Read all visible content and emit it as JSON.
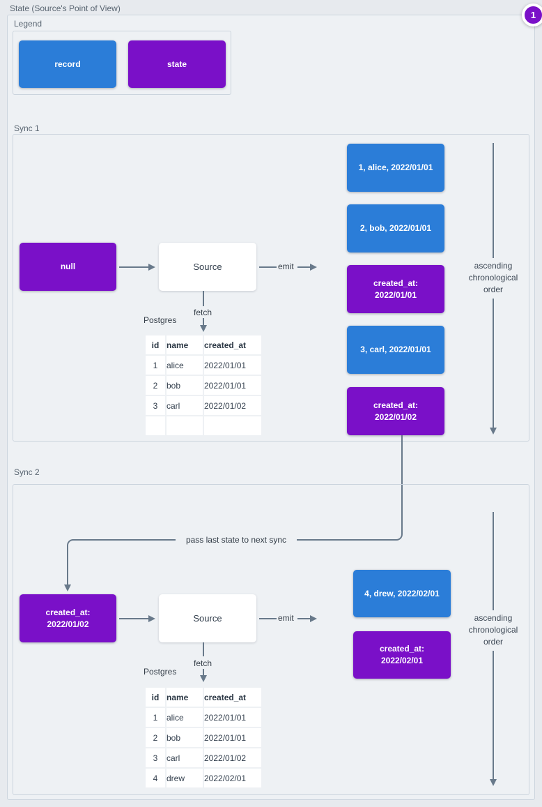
{
  "page": {
    "title": "State (Source's Point of View)",
    "badge": "1"
  },
  "colors": {
    "record": "#2b7dd8",
    "state": "#7a10c8"
  },
  "legend": {
    "label": "Legend",
    "record_label": "record",
    "state_label": "state"
  },
  "connector": {
    "label": "pass last state to next sync"
  },
  "sync1": {
    "label": "Sync 1",
    "input_state": "null",
    "source_label": "Source",
    "emit_label": "emit",
    "fetch_label": "fetch",
    "db_label": "Postgres",
    "order_note": {
      "line1": "ascending",
      "line2": "chronological",
      "line3": "order"
    },
    "table": {
      "headers": [
        "id",
        "name",
        "created_at"
      ],
      "rows": [
        [
          "1",
          "alice",
          "2022/01/01"
        ],
        [
          "2",
          "bob",
          "2022/01/01"
        ],
        [
          "3",
          "carl",
          "2022/01/02"
        ],
        [
          "",
          "",
          ""
        ]
      ]
    },
    "stream": [
      {
        "kind": "record",
        "text": "1, alice, 2022/01/01"
      },
      {
        "kind": "record",
        "text": "2, bob, 2022/01/01"
      },
      {
        "kind": "state",
        "line1": "created_at:",
        "line2": "2022/01/01"
      },
      {
        "kind": "record",
        "text": "3, carl, 2022/01/01"
      },
      {
        "kind": "state",
        "line1": "created_at:",
        "line2": "2022/01/02"
      }
    ]
  },
  "sync2": {
    "label": "Sync 2",
    "input_state": {
      "line1": "created_at:",
      "line2": "2022/01/02"
    },
    "source_label": "Source",
    "emit_label": "emit",
    "fetch_label": "fetch",
    "db_label": "Postgres",
    "order_note": {
      "line1": "ascending",
      "line2": "chronological",
      "line3": "order"
    },
    "table": {
      "headers": [
        "id",
        "name",
        "created_at"
      ],
      "rows": [
        [
          "1",
          "alice",
          "2022/01/01"
        ],
        [
          "2",
          "bob",
          "2022/01/01"
        ],
        [
          "3",
          "carl",
          "2022/01/02"
        ],
        [
          "4",
          "drew",
          "2022/02/01"
        ]
      ]
    },
    "stream": [
      {
        "kind": "record",
        "text": "4, drew, 2022/02/01"
      },
      {
        "kind": "state",
        "line1": "created_at:",
        "line2": "2022/02/01"
      }
    ]
  }
}
